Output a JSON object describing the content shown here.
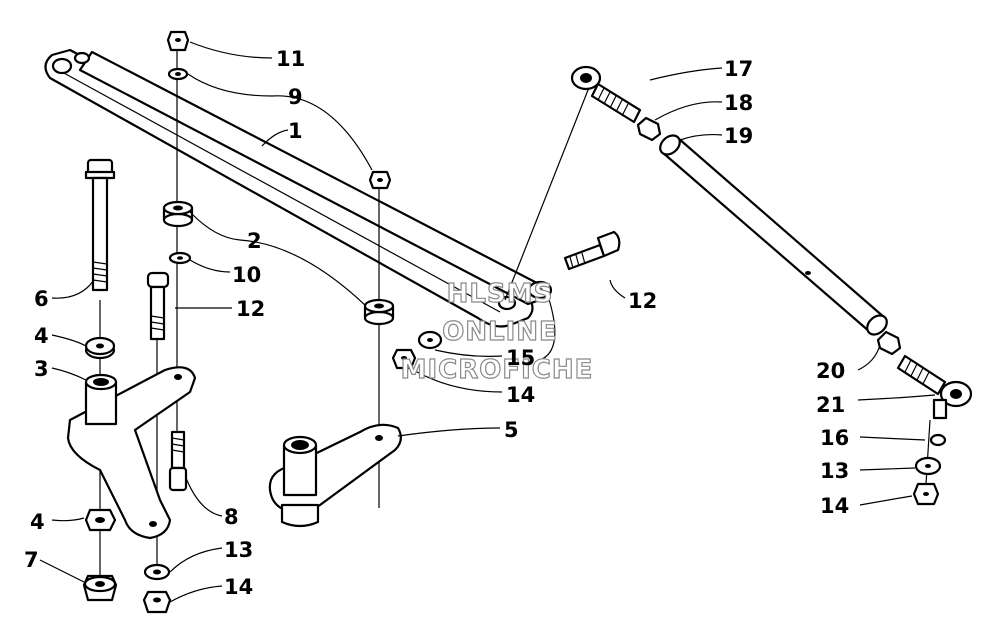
{
  "callouts": {
    "c1": "1",
    "c2": "2",
    "c3": "3",
    "c4a": "4",
    "c4b": "4",
    "c5": "5",
    "c6": "6",
    "c7": "7",
    "c8": "8",
    "c9": "9",
    "c10": "10",
    "c11": "11",
    "c12a": "12",
    "c12b": "12",
    "c13a": "13",
    "c13b": "13",
    "c14a": "14",
    "c14b": "14",
    "c14c": "14",
    "c15": "15",
    "c16": "16",
    "c17": "17",
    "c18": "18",
    "c19": "19",
    "c20": "20",
    "c21": "21"
  },
  "watermark": {
    "line1": "HLSMS",
    "line2": "ONLINE",
    "line3": "MICROFICHE"
  }
}
